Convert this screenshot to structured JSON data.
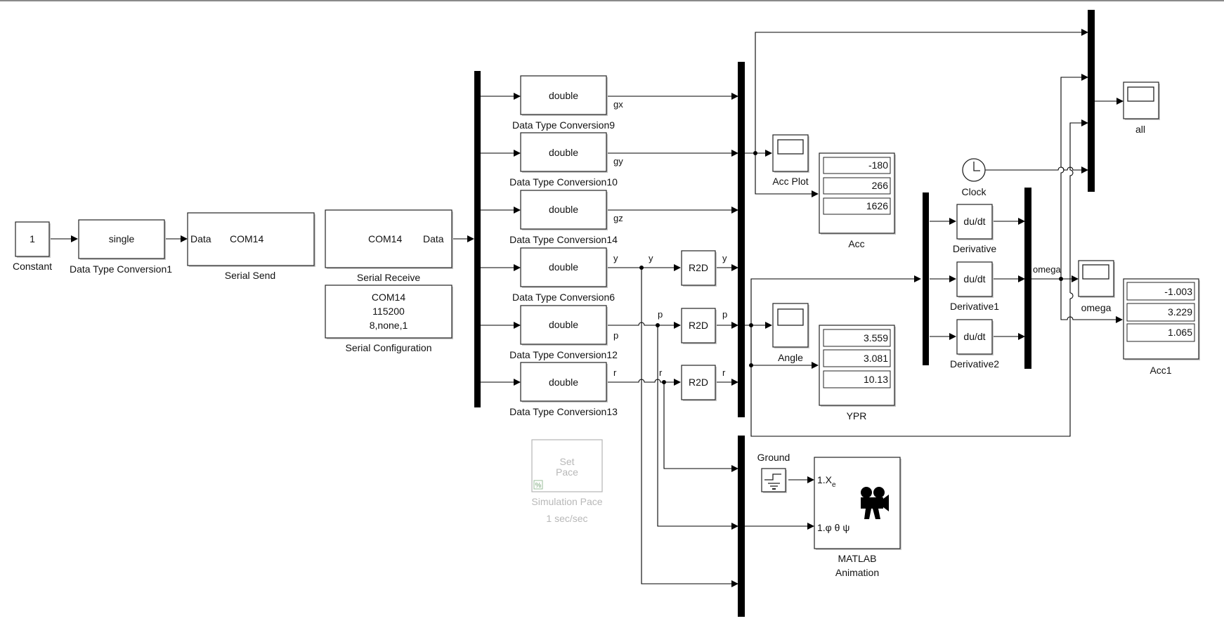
{
  "model": {
    "blocks": {
      "constant": {
        "label": "Constant",
        "value": "1"
      },
      "dtc1": {
        "label": "Data Type Conversion1",
        "text": "single"
      },
      "serial_send": {
        "label": "Serial Send",
        "port": "Data",
        "com": "COM14"
      },
      "serial_receive": {
        "label": "Serial Receive",
        "com": "COM14",
        "port": "Data"
      },
      "serial_config": {
        "label": "Serial Configuration",
        "line1": "COM14",
        "line2": "115200",
        "line3": "8,none,1"
      },
      "dtc9": {
        "label": "Data Type Conversion9",
        "text": "double",
        "signal": "gx"
      },
      "dtc10": {
        "label": "Data Type Conversion10",
        "text": "double",
        "signal": "gy"
      },
      "dtc14": {
        "label": "Data Type Conversion14",
        "text": "double",
        "signal": "gz"
      },
      "dtc6": {
        "label": "Data Type Conversion6",
        "text": "double",
        "signal": "y"
      },
      "dtc12": {
        "label": "Data Type Conversion12",
        "text": "double",
        "signal": "p"
      },
      "dtc13": {
        "label": "Data Type Conversion13",
        "text": "double",
        "signal": "r"
      },
      "r2d_y": {
        "text": "R2D",
        "in_signal": "y",
        "out_signal": "y"
      },
      "r2d_p": {
        "text": "R2D",
        "in_signal": "p",
        "out_signal": "p"
      },
      "r2d_r": {
        "text": "R2D",
        "in_signal": "r",
        "out_signal": "r"
      },
      "acc_plot": {
        "label": "Acc Plot"
      },
      "acc": {
        "label": "Acc",
        "values": [
          "-180",
          "266",
          "1626"
        ]
      },
      "angle": {
        "label": "Angle"
      },
      "ypr": {
        "label": "YPR",
        "values": [
          "3.559",
          "3.081",
          "10.13"
        ]
      },
      "clock": {
        "label": "Clock"
      },
      "derivative": {
        "label": "Derivative",
        "text": "du/dt"
      },
      "derivative1": {
        "label": "Derivative1",
        "text": "du/dt"
      },
      "derivative2": {
        "label": "Derivative2",
        "text": "du/dt"
      },
      "omega_signal": "omega",
      "omega_scope": {
        "label": "omega"
      },
      "acc1": {
        "label": "Acc1",
        "values": [
          "-1.003",
          "3.229",
          "1.065"
        ]
      },
      "all_scope": {
        "label": "all"
      },
      "sim_pace": {
        "line1": "Set",
        "line2": "Pace",
        "label": "Simulation Pace",
        "sublabel": "1 sec/sec",
        "badge": "%"
      },
      "ground": {
        "label": "Ground"
      },
      "animation": {
        "label1": "MATLAB",
        "label2": "Animation",
        "port1": "1.X",
        "port1_sub": "e",
        "port2": "1.φ θ ψ"
      }
    }
  }
}
